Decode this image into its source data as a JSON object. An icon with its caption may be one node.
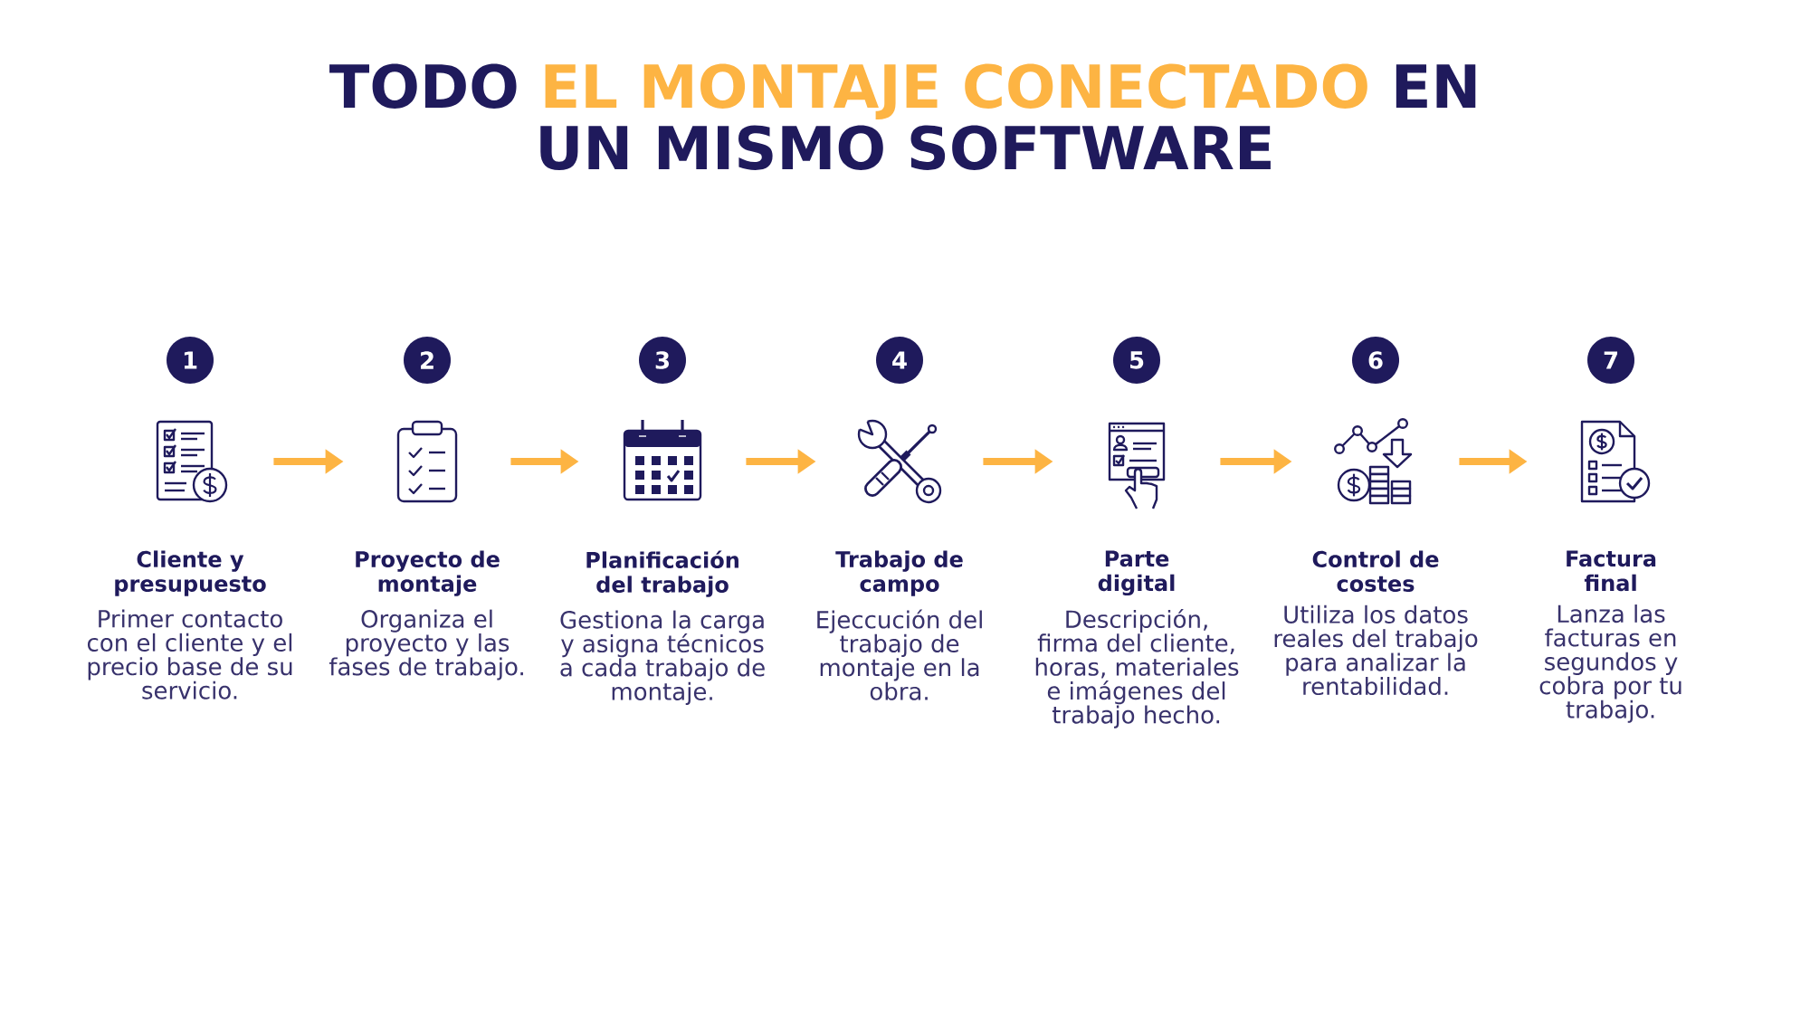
{
  "diagram": {
    "title": "TODO **EL MONTAJE CONECTADO** EN UN MISMO SOFTWARE",
    "nodes": [
      {
        "text": [
          "1"
        ]
      },
      {
        "text": [],
        "shape": "picture",
        "beside": [
          "Cliente y presupuesto",
          "Primer contacto con el cliente y el precio base de su servicio."
        ]
      },
      {
        "text": [
          "2"
        ]
      },
      {
        "text": [],
        "shape": "picture",
        "beside": [
          "Proyecto de montaje",
          "Organiza el proyecto y las fases de trabajo."
        ]
      },
      {
        "text": [
          "3"
        ]
      },
      {
        "text": [],
        "shape": "picture",
        "beside": [
          "Planificación del trabajo",
          "Gestiona la carga y asigna técnicos a cada trabajo de montaje."
        ]
      },
      {
        "text": [
          "4"
        ]
      },
      {
        "text": [],
        "shape": "picture",
        "beside": [
          "Trabajo de campo",
          "Ejeccución del trabajo de montaje en la obra."
        ]
      },
      {
        "text": [
          "5"
        ]
      },
      {
        "text": [],
        "shape": "picture",
        "beside": [
          "Parte digital",
          "Descripción, firma del cliente, horas, materiales e imágenes del trabajo hecho."
        ]
      },
      {
        "text": [
          "6"
        ]
      },
      {
        "text": [],
        "shape": "picture",
        "beside": [
          "Control de costes",
          "Utiliza los datos reales del trabajo para analizar la rentabilidad."
        ]
      },
      {
        "text": [
          "7"
        ]
      },
      {
        "text": [],
        "shape": "picture",
        "beside": [
          "Factura final",
          "Lanza las facturas en segundos y cobra por tu trabajo."
        ]
      }
    ],
    "edges": [
      {
        "from": 1,
        "to": 3,
        "arrow": "to"
      },
      {
        "from": 3,
        "to": 5,
        "arrow": "to"
      },
      {
        "from": 5,
        "to": 7,
        "arrow": "to"
      },
      {
        "from": 7,
        "to": 9,
        "arrow": "to"
      },
      {
        "from": 9,
        "to": 11,
        "arrow": "to"
      },
      {
        "from": 11,
        "to": 13,
        "arrow": "to"
      }
    ]
  }
}
